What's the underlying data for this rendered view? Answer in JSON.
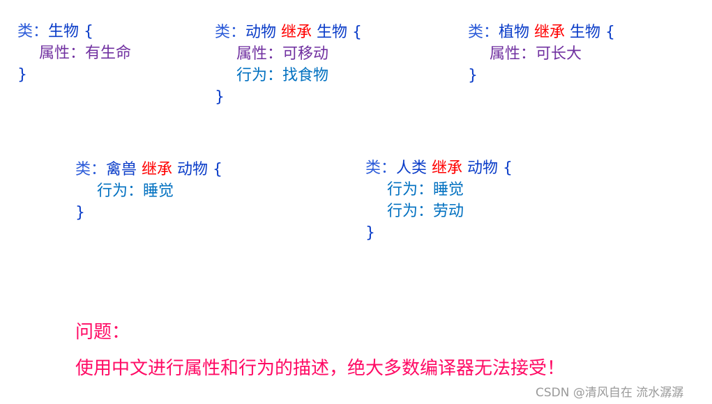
{
  "colors": {
    "class": "#0a3cc8",
    "inherit": "#ff0000",
    "attribute": "#7030a0",
    "behavior": "#0070c0",
    "question": "#ff0a64"
  },
  "blocks": [
    {
      "kw": "类：",
      "name": "生物",
      "inherit": "",
      "parent": "",
      "open": " {",
      "members": [
        {
          "kind": "attr",
          "text": "属性：有生命"
        }
      ],
      "close": "}"
    },
    {
      "kw": "类：",
      "name": "动物 ",
      "inherit": "继承",
      "parent": " 生物",
      "open": " {",
      "members": [
        {
          "kind": "attr",
          "text": "属性：可移动"
        },
        {
          "kind": "beh",
          "text": "行为：找食物"
        }
      ],
      "close": "}"
    },
    {
      "kw": "类：",
      "name": "植物 ",
      "inherit": "继承",
      "parent": " 生物",
      "open": " {",
      "members": [
        {
          "kind": "attr",
          "text": "属性：可长大"
        }
      ],
      "close": "}"
    },
    {
      "kw": "类：",
      "name": "禽兽 ",
      "inherit": "继承",
      "parent": " 动物",
      "open": " {",
      "members": [
        {
          "kind": "beh",
          "text": "行为：睡觉"
        }
      ],
      "close": "}"
    },
    {
      "kw": "类：",
      "name": "人类 ",
      "inherit": "继承",
      "parent": " 动物",
      "open": " {",
      "members": [
        {
          "kind": "beh",
          "text": "行为：睡觉"
        },
        {
          "kind": "beh",
          "text": "行为：劳动"
        }
      ],
      "close": "}"
    }
  ],
  "question": {
    "title": "问题：",
    "text": "使用中文进行属性和行为的描述，绝大多数编译器无法接受！"
  },
  "watermark": "CSDN @清风自在 流水潺潺"
}
